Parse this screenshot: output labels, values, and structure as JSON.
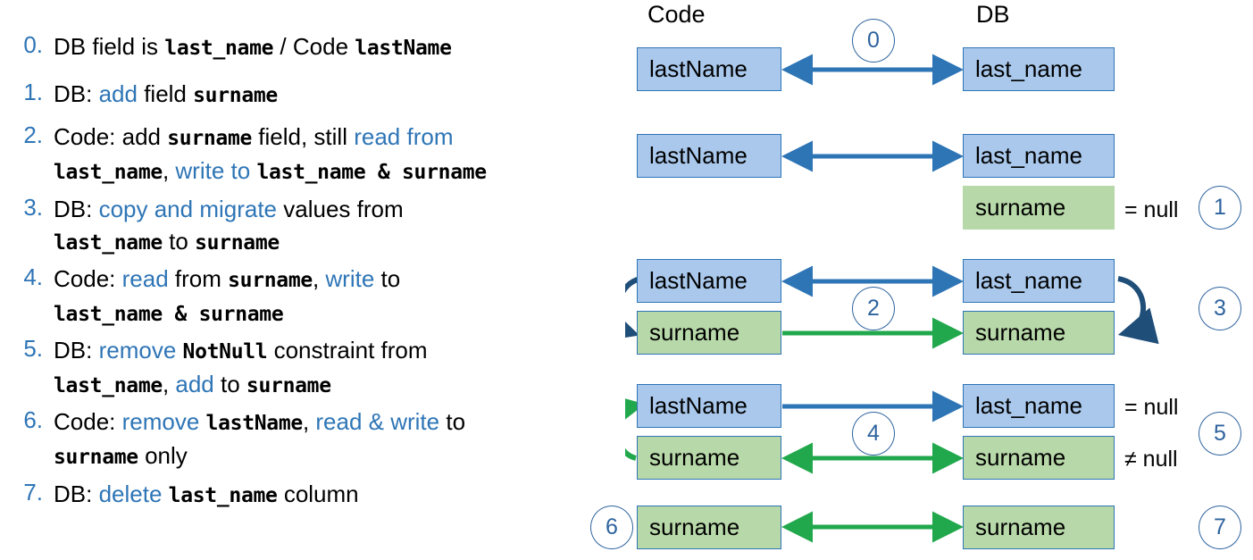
{
  "steps": [
    {
      "num": "0.",
      "parts": [
        {
          "t": "DB field is ",
          "s": "plain"
        },
        {
          "t": "last_name",
          "s": "mono"
        },
        {
          "t": " / Code ",
          "s": "plain"
        },
        {
          "t": "lastName",
          "s": "mono"
        }
      ]
    },
    {
      "num": "1.",
      "parts": [
        {
          "t": "DB: ",
          "s": "plain"
        },
        {
          "t": "add",
          "s": "kw"
        },
        {
          "t": " field ",
          "s": "plain"
        },
        {
          "t": "surname",
          "s": "mono"
        }
      ]
    },
    {
      "num": "2.",
      "parts": [
        {
          "t": "Code: add ",
          "s": "plain"
        },
        {
          "t": "surname",
          "s": "mono"
        },
        {
          "t": " field,  still ",
          "s": "plain"
        },
        {
          "t": "read from",
          "s": "kw"
        },
        {
          "t": "\n",
          "s": "br"
        },
        {
          "t": "last_name",
          "s": "mono"
        },
        {
          "t": ", ",
          "s": "plain"
        },
        {
          "t": "write to",
          "s": "kw"
        },
        {
          "t": " ",
          "s": "plain"
        },
        {
          "t": "last_name & surname",
          "s": "mono"
        }
      ]
    },
    {
      "num": "3.",
      "parts": [
        {
          "t": "DB: ",
          "s": "plain"
        },
        {
          "t": "copy and migrate",
          "s": "kw"
        },
        {
          "t": " values from",
          "s": "plain"
        },
        {
          "t": "\n",
          "s": "br"
        },
        {
          "t": "last_name",
          "s": "mono"
        },
        {
          "t": "  to ",
          "s": "plain"
        },
        {
          "t": "surname",
          "s": "mono"
        }
      ]
    },
    {
      "num": "4.",
      "parts": [
        {
          "t": "Code: ",
          "s": "plain"
        },
        {
          "t": "read",
          "s": "kw"
        },
        {
          "t": " from ",
          "s": "plain"
        },
        {
          "t": "surname",
          "s": "mono"
        },
        {
          "t": ", ",
          "s": "plain"
        },
        {
          "t": "write",
          "s": "kw"
        },
        {
          "t": " to",
          "s": "plain"
        },
        {
          "t": "\n",
          "s": "br"
        },
        {
          "t": "last_name & surname",
          "s": "mono"
        }
      ]
    },
    {
      "num": "5.",
      "parts": [
        {
          "t": "DB: ",
          "s": "plain"
        },
        {
          "t": "remove",
          "s": "kw"
        },
        {
          "t": " ",
          "s": "plain"
        },
        {
          "t": "NotNull",
          "s": "mono"
        },
        {
          "t": " constraint from",
          "s": "plain"
        },
        {
          "t": "\n",
          "s": "br"
        },
        {
          "t": "last_name",
          "s": "mono"
        },
        {
          "t": ", ",
          "s": "plain"
        },
        {
          "t": "add",
          "s": "kw"
        },
        {
          "t": " to ",
          "s": "plain"
        },
        {
          "t": "surname",
          "s": "mono"
        }
      ]
    },
    {
      "num": "6.",
      "parts": [
        {
          "t": "Code: ",
          "s": "plain"
        },
        {
          "t": "remove",
          "s": "kw"
        },
        {
          "t": " ",
          "s": "plain"
        },
        {
          "t": "lastName",
          "s": "mono"
        },
        {
          "t": ", ",
          "s": "plain"
        },
        {
          "t": "read & write",
          "s": "kw"
        },
        {
          "t": " to",
          "s": "plain"
        },
        {
          "t": "\n",
          "s": "br"
        },
        {
          "t": "surname",
          "s": "mono"
        },
        {
          "t": " only",
          "s": "plain"
        }
      ]
    },
    {
      "num": "7.",
      "parts": [
        {
          "t": "DB: ",
          "s": "plain"
        },
        {
          "t": "delete",
          "s": "kw"
        },
        {
          "t": " ",
          "s": "plain"
        },
        {
          "t": "last_name",
          "s": "mono"
        },
        {
          "t": "  column",
          "s": "plain"
        }
      ]
    }
  ],
  "diagram": {
    "headers": {
      "code": "Code",
      "db": "DB"
    },
    "boxes": {
      "lastName": "lastName",
      "last_name": "last_name",
      "surname": "surname"
    },
    "labels": {
      "is_null": "= null",
      "not_null": "≠ null"
    },
    "badges": [
      "0",
      "1",
      "2",
      "3",
      "4",
      "5",
      "6",
      "7"
    ]
  },
  "colors": {
    "accent_blue": "#2E75B6",
    "box_blue_fill": "#A9C8EC",
    "box_green_fill": "#B7D8A8",
    "box_border": "#2E75B6",
    "arrow_blue": "#2E75B6",
    "arrow_dark_blue": "#1F4E79",
    "arrow_green": "#21A84C",
    "badge_stroke": "#2E639E",
    "text": "#000000"
  }
}
